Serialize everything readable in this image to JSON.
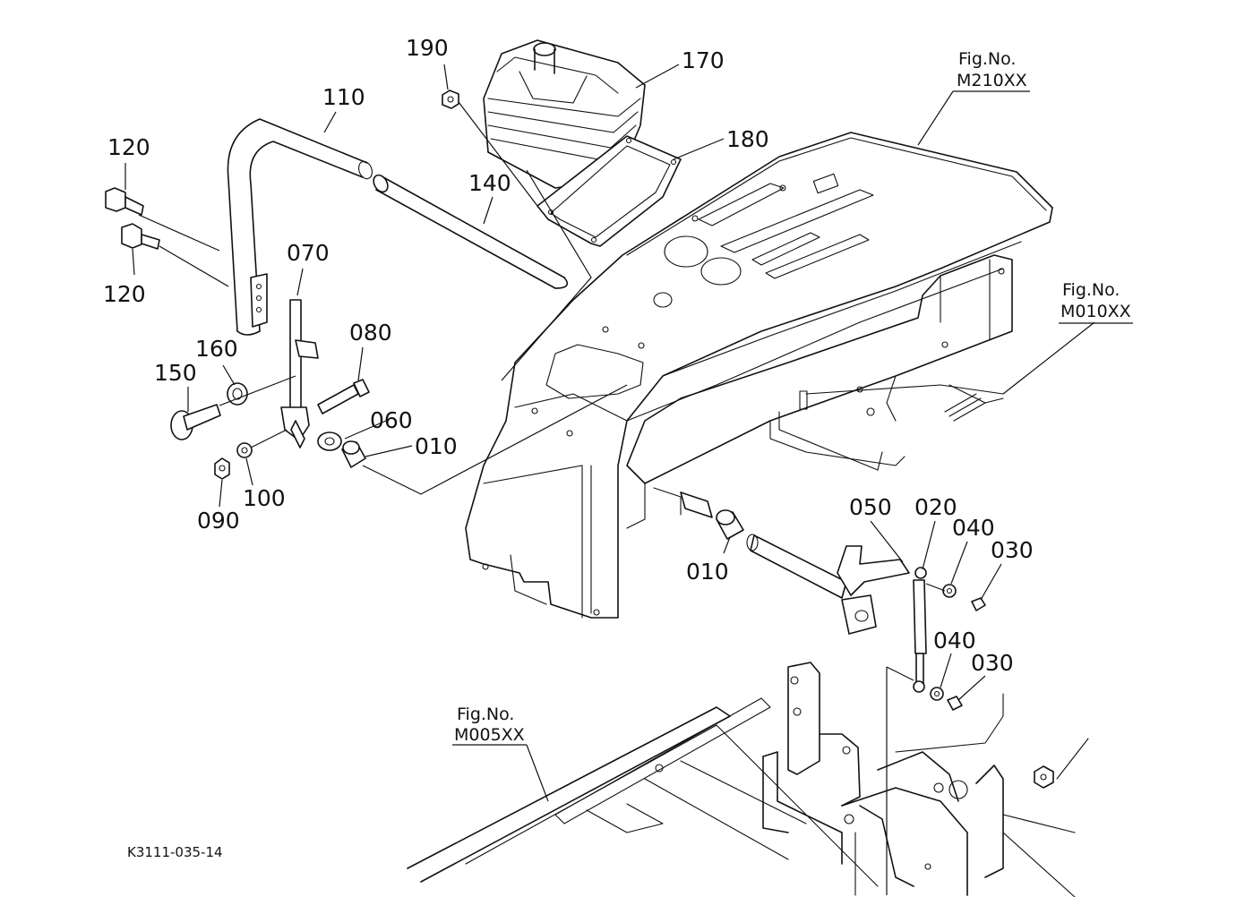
{
  "figure_code": "K3111-035-14",
  "callouts": [
    {
      "id": "c110",
      "text": "110"
    },
    {
      "id": "c120a",
      "text": "120"
    },
    {
      "id": "c120b",
      "text": "120"
    },
    {
      "id": "c140",
      "text": "140"
    },
    {
      "id": "c190",
      "text": "190"
    },
    {
      "id": "c170",
      "text": "170"
    },
    {
      "id": "c180",
      "text": "180"
    },
    {
      "id": "c070",
      "text": "070"
    },
    {
      "id": "c080",
      "text": "080"
    },
    {
      "id": "c160",
      "text": "160"
    },
    {
      "id": "c150",
      "text": "150"
    },
    {
      "id": "c060",
      "text": "060"
    },
    {
      "id": "c010a",
      "text": "010"
    },
    {
      "id": "c100",
      "text": "100"
    },
    {
      "id": "c090",
      "text": "090"
    },
    {
      "id": "c010b",
      "text": "010"
    },
    {
      "id": "c050",
      "text": "050"
    },
    {
      "id": "c020",
      "text": "020"
    },
    {
      "id": "c040a",
      "text": "040"
    },
    {
      "id": "c030a",
      "text": "030"
    },
    {
      "id": "c040b",
      "text": "040"
    },
    {
      "id": "c030b",
      "text": "030"
    }
  ],
  "figure_refs": [
    {
      "id": "m210",
      "label": "Fig.No.",
      "number": "M210XX"
    },
    {
      "id": "m010",
      "label": "Fig.No.",
      "number": "M010XX"
    },
    {
      "id": "m005",
      "label": "Fig.No.",
      "number": "M005XX"
    }
  ]
}
